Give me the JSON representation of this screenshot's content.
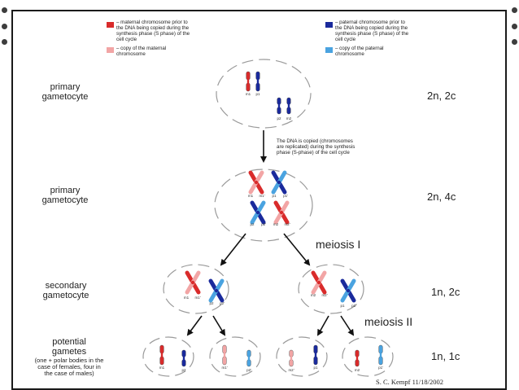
{
  "legend": {
    "maternal_label": "– maternal chromosome prior to\nthe DNA being copied during the\nsynthesis phase (S phase) of the\ncell cycle",
    "maternal_copy_label": "– copy of the maternal\nchromosome",
    "paternal_label": "– paternal chromosome prior to\nthe DNA being copied during the\nsynthesis phase (S phase) of the\ncell cycle",
    "paternal_copy_label": "– copy of the paternal\nchromosome",
    "colors": {
      "maternal": "#d92b2b",
      "maternal_copy": "#f2a5a5",
      "paternal": "#1a2a9c",
      "paternal_copy": "#4aa3e0"
    }
  },
  "stages": {
    "primary1": "primary\ngametocyte",
    "primary2": "primary\ngametocyte",
    "secondary": "secondary\ngametocyte",
    "potential_title": "potential\ngametes",
    "potential_sub": "(one + polar bodies in the\ncase of females, four in\nthe case of males)"
  },
  "ploidy": {
    "row1": "2n, 2c",
    "row2": "2n, 4c",
    "row3": "1n, 2c",
    "row4": "1n, 1c"
  },
  "dna_note": "The DNA is copied (chromosomes\nare replicated) during the synthesis\nphase (S-phase) of the cell cycle",
  "meiosis1": "meiosis I",
  "meiosis2": "meiosis II",
  "credit": "S. C. Kempf  11/18/2002",
  "chromosome_labels": {
    "row1": [
      "m1",
      "p1",
      "p2",
      "m2"
    ],
    "row2": [
      "m1",
      "m1'",
      "p1",
      "p1'",
      "p2",
      "p2'",
      "m2",
      "m2'"
    ],
    "row3": [
      "m1",
      "m1'",
      "p2",
      "p2'",
      "m2",
      "m2'",
      "p1",
      "p1'"
    ],
    "row4": [
      "m1",
      "p2",
      "m1'",
      "p2'",
      "m2'",
      "p1",
      "m2",
      "p1'"
    ]
  }
}
